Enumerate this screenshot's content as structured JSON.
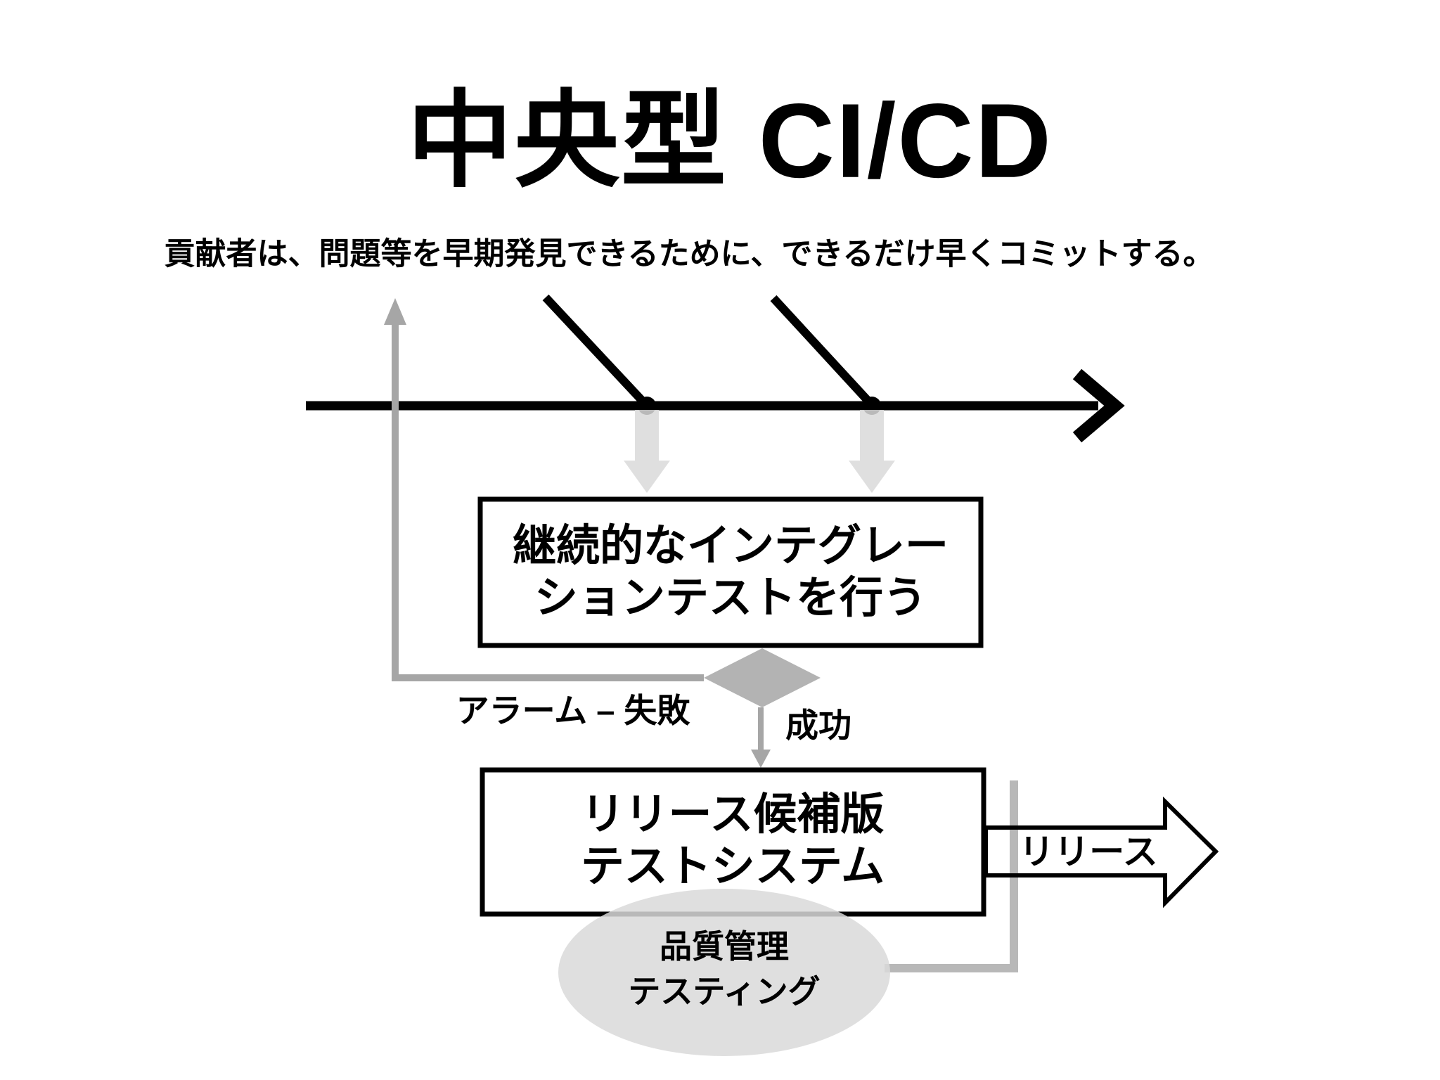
{
  "slide": {
    "title": "中央型 CI/CD",
    "subtitle": "貢献者は、問題等を早期発見できるために、できるだけ早くコミットする。"
  },
  "diagram": {
    "ci_box": {
      "line1": "継続的なインテグレー",
      "line2": "ションテストを行う"
    },
    "decision": {
      "fail_label": "アラーム – 失敗",
      "success_label": "成功"
    },
    "release_box": {
      "line1": "リリース候補版",
      "line2": "テストシステム"
    },
    "release_arrow_label": "リリース",
    "qa_ellipse": {
      "line1": "品質管理",
      "line2": "テスティング"
    }
  },
  "colors": {
    "background": "#ffffff",
    "ink": "#000000",
    "surface": "#ffffff",
    "loop_gray": "#a6a6a6",
    "qa_loop_gray": "#b8b8b8",
    "diamond_gray": "#b3b3b3",
    "soft_arrow_gray": "#d9d9d9",
    "text": "#000000"
  }
}
